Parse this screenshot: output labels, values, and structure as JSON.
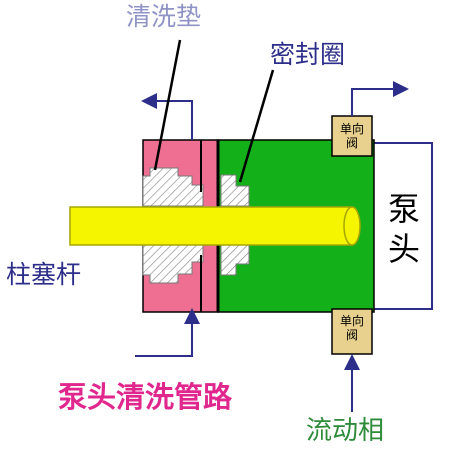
{
  "labels": {
    "wash_pad": "清洗垫",
    "seal_ring": "密封圈",
    "plunger_rod": "柱塞杆",
    "wash_line": "泵头清洗管路",
    "mobile_phase": "流动相"
  },
  "pump_head": {
    "char1": "泵",
    "char2": "头"
  },
  "check_valve": {
    "top": "单向阀",
    "bottom": "单向阀"
  },
  "colors": {
    "wash_chamber": "#ee6f92",
    "seal_chamber": "#14b01a",
    "rod": "#f5f500",
    "valve": "#e8d18e",
    "arrow": "#2d2e8a"
  }
}
